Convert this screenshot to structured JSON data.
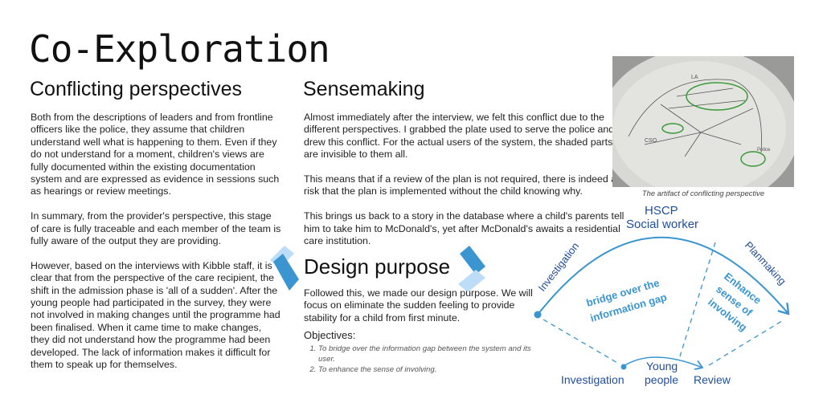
{
  "title": "Co-Exploration",
  "left": {
    "heading": "Conflicting perspectives",
    "paragraphs": [
      "Both from the descriptions of leaders and from frontline officers like the police, they assume that children understand well what is happening to them. Even if they do not understand for a moment, children's views are fully documented within the existing documentation system and are expressed as evidence in sessions such as hearings or review meetings.",
      "In summary, from the provider's perspective, this stage of care is fully traceable and each member of the team is fully aware of the output they are providing.",
      "However, based on the interviews with Kibble staff, it is clear that from the perspective of the care recipient, the shift in the admission phase is 'all of a sudden'. After the young people had participated in the survey, they were not involved in making changes until the programme had been finalised. When it came time to make changes, they did not understand how the programme had been developed. The lack of information makes it difficult for them to speak up for themselves."
    ]
  },
  "sensemaking": {
    "heading": "Sensemaking",
    "paragraphs": [
      "Almost immediately after the interview, we felt this conflict due to the different perspectives. I grabbed the plate used to serve the police and drew this conflict. For the actual users of the system, the shaded parts are invisible to them all.",
      "This means that if a review of the plan is not required, there is indeed a risk that the plan is implemented without the child knowing why.",
      "This brings us back to a story in the database where a child's parents tell him to take him to McDonald's, yet after McDonald's awaits a residential care institution."
    ]
  },
  "photo": {
    "caption": "The artifact of conflicting perspective",
    "sketch_labels": [
      "LA",
      "CSO",
      "Police"
    ]
  },
  "design": {
    "heading": "Design purpose",
    "text": "Followed this, we made our design purpose. We will focus on eliminate the sudden feeling to provide stability for a child from first minute.",
    "objectives_title": "Objectives:",
    "objectives": [
      "To bridge over the information gap between the system and its user.",
      "To enhance the sense of involving."
    ]
  },
  "diagram": {
    "top_label_1": "HSCP",
    "top_label_2": "Social worker",
    "arc_left": "Investigation",
    "arc_right": "Planmaking",
    "center_left_1": "bridge over the",
    "center_left_2": "information gap",
    "center_right_1": "Enhance",
    "center_right_2": "sense of",
    "center_right_3": "involving",
    "bottom_left": "Investigation",
    "bottom_mid_1": "Young",
    "bottom_mid_2": "people",
    "bottom_right": "Review"
  },
  "colors": {
    "dark_blue": "#1f4e9c",
    "mid_blue": "#3a95d0",
    "light_blue": "#bcdcf7"
  }
}
